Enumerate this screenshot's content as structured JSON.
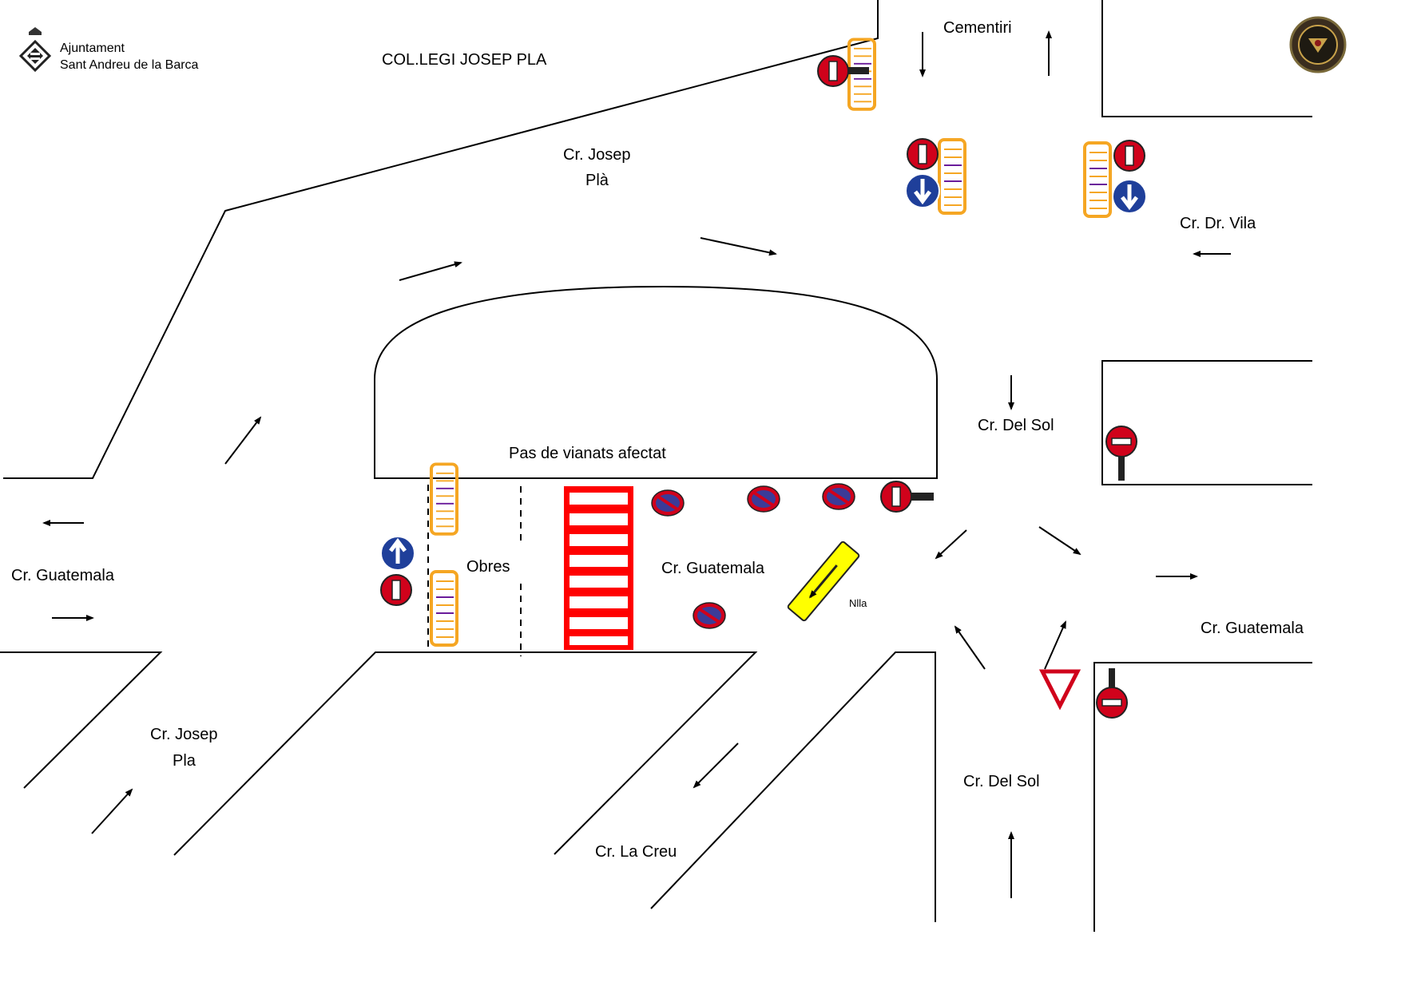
{
  "logo": {
    "line1": "Ajuntament",
    "line2": "Sant Andreu de la Barca"
  },
  "labels": {
    "school": "COL.LEGI  JOSEP PLA",
    "cementiri": "Cementiri",
    "josep_pla_top_1": "Cr. Josep",
    "josep_pla_top_2": "Plà",
    "dr_vila": "Cr. Dr. Vila",
    "del_sol_top": "Cr. Del Sol",
    "pas_vianants": "Pas de vianats afectat",
    "guatemala_left": "Cr. Guatemala",
    "obres": "Obres",
    "guatemala_mid": "Cr. Guatemala",
    "nilla": "Nlla",
    "guatemala_right": "Cr. Guatemala",
    "josep_pla_bottom_1": "Cr. Josep",
    "josep_pla_bottom_2": "Pla",
    "la_creu": "Cr. La Creu",
    "del_sol_bottom": "Cr. Del Sol"
  },
  "colors": {
    "road_line": "#000000",
    "barrier": "#f5a623",
    "barrier_stripe": "#6a1b9a",
    "no_entry_red": "#d0021b",
    "no_parking_blue": "#3b3b98",
    "mandatory_blue": "#1f3f9a",
    "crosswalk_red": "#ff0000",
    "detour_yellow": "#ffff00"
  },
  "icons": {
    "logo": "municipal-coat-of-arms-icon",
    "police_badge": "police-badge-icon",
    "no_entry": "no-entry-sign-icon",
    "no_parking": "no-parking-sign-icon",
    "mandatory_direction": "mandatory-direction-sign-icon",
    "give_way": "give-way-sign-icon",
    "barrier": "barrier-icon",
    "crosswalk": "crosswalk-icon",
    "detour": "detour-sign-icon"
  }
}
